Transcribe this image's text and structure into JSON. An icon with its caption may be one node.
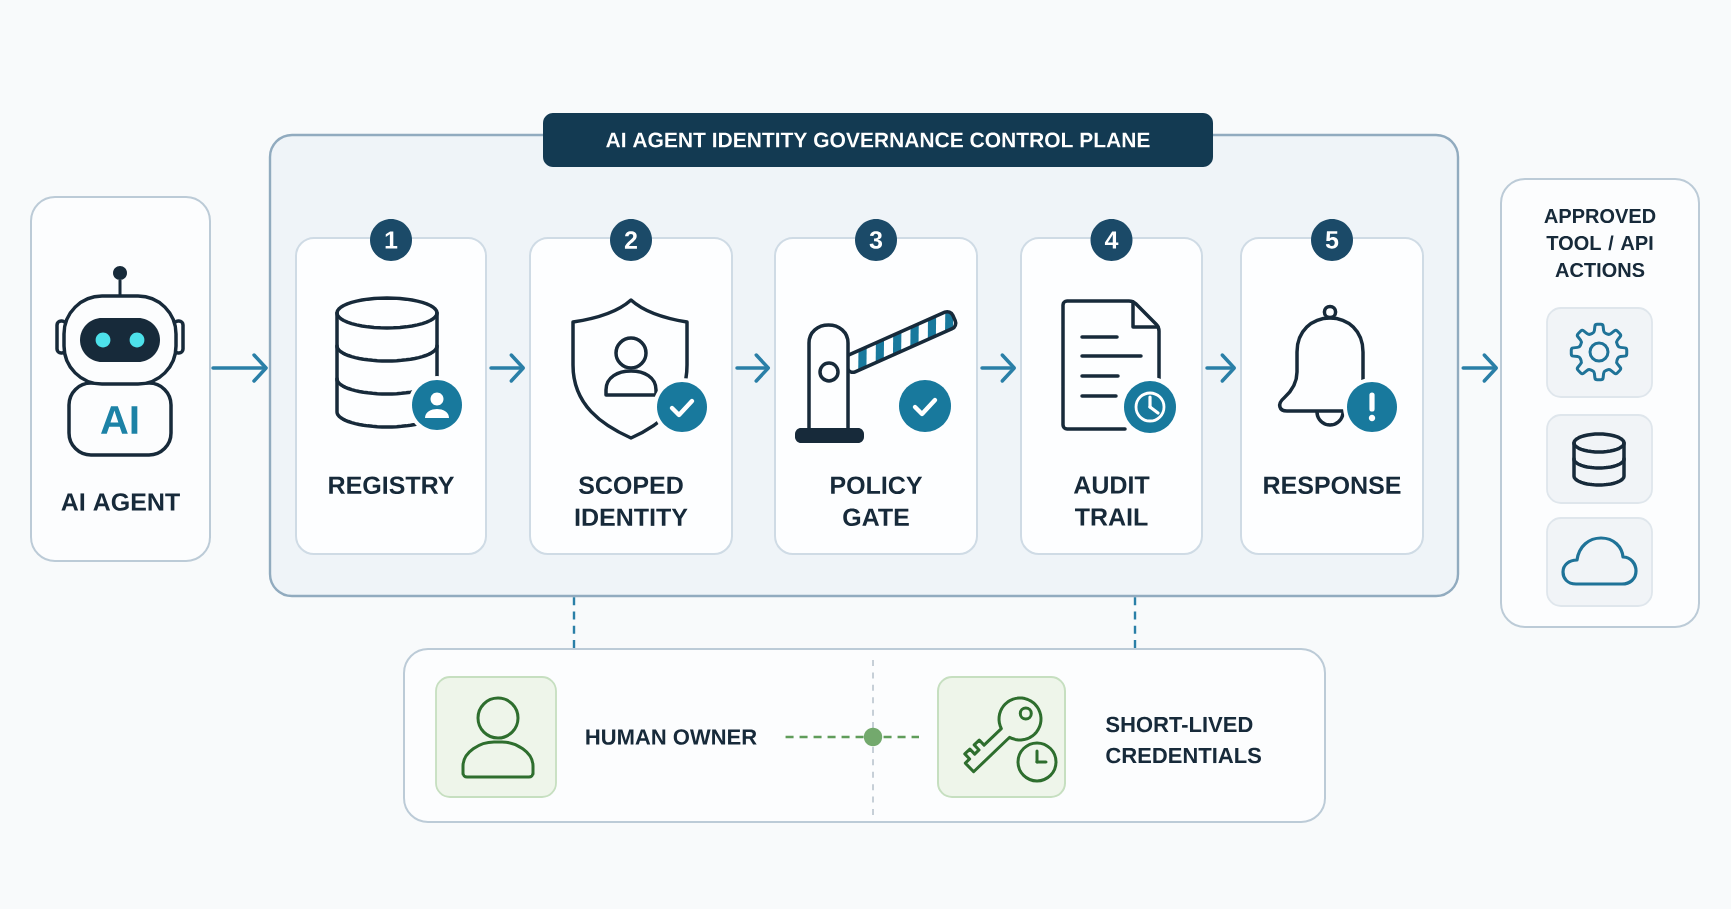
{
  "diagram": {
    "nodes": [
      {
        "text": [
          "AI AGENT"
        ]
      },
      {
        "text": [
          "AI AGENT IDENTITY GOVERNANCE CONTROL PLANE"
        ]
      },
      {
        "text": [
          "1",
          "REGISTRY"
        ],
        "in": 1
      },
      {
        "text": [
          "2",
          "SCOPED IDENTITY"
        ],
        "in": 1
      },
      {
        "text": [
          "3",
          "POLICY GATE"
        ],
        "in": 1
      },
      {
        "text": [
          "4",
          "AUDIT TRAIL"
        ],
        "in": 1
      },
      {
        "text": [
          "5",
          "RESPONSE"
        ],
        "in": 1
      },
      {
        "text": [
          "APPROVED TOOL / API ACTIONS"
        ]
      },
      {
        "text": [],
        "shape": "box"
      },
      {
        "text": [
          "HUMAN OWNER"
        ],
        "in": 8
      },
      {
        "text": [],
        "shape": "box",
        "in": 8
      },
      {
        "text": [
          "SHORT-LIVED CREDENTIALS"
        ],
        "in": 8
      }
    ],
    "edges": [
      {
        "from": 0,
        "to": 1,
        "arrow": "to"
      },
      {
        "from": 2,
        "to": 3,
        "arrow": "to"
      },
      {
        "from": 3,
        "to": 4,
        "arrow": "to"
      },
      {
        "from": 4,
        "to": 5,
        "arrow": "to"
      },
      {
        "from": 5,
        "to": 6,
        "arrow": "to"
      },
      {
        "from": 1,
        "to": 7,
        "arrow": "to"
      },
      {
        "from": 1,
        "to": 8,
        "arrow": "none",
        "style": "dashed"
      },
      {
        "from": 1,
        "to": 8,
        "arrow": "none",
        "style": "dashed"
      },
      {
        "from": 9,
        "to": 10,
        "arrow": "none",
        "style": "dashed",
        "color": "#5f9d5a"
      }
    ],
    "labels": [
      "AI"
    ]
  }
}
